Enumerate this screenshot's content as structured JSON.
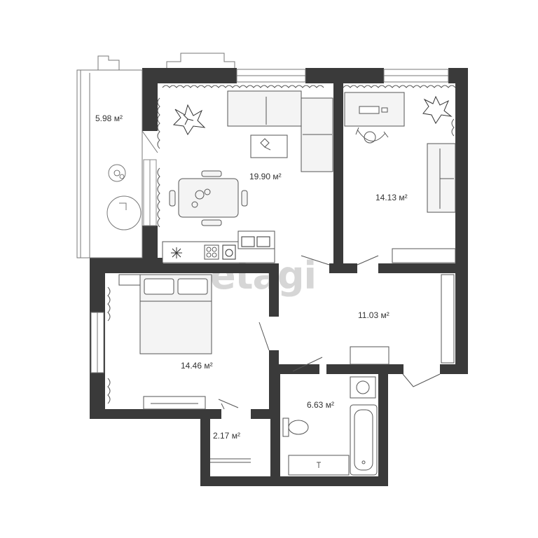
{
  "watermark": "etagi",
  "colors": {
    "wall": "#3a3a3a",
    "line": "#555555",
    "light": "#9a9a9a",
    "furniture_fill": "#f4f4f4",
    "watermark": "#d6d6d6"
  },
  "rooms": {
    "balcony": {
      "label": "5.98 м²"
    },
    "living": {
      "label": "19.90 м²"
    },
    "bedroom_right": {
      "label": "14.13 м²"
    },
    "hall": {
      "label": "11.03 м²"
    },
    "bedroom_left": {
      "label": "14.46 м²"
    },
    "bathroom": {
      "label": "6.63 м²"
    },
    "storage": {
      "label": "2.17 м²"
    }
  },
  "icons": [
    "plant-icon",
    "snowflake-icon",
    "washer-icon",
    "sink-icon",
    "toilet-icon",
    "bathtub-icon",
    "bed-icon",
    "sofa-icon",
    "table-icon",
    "desk-icon",
    "chair-icon",
    "stove-icon"
  ]
}
